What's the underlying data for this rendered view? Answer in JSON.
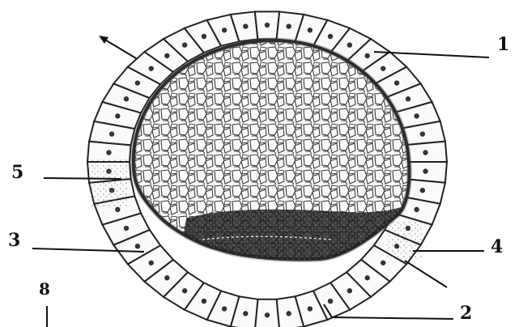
{
  "diagram": {
    "labels": {
      "one": "1",
      "two": "2",
      "three": "3",
      "four": "4",
      "five": "5",
      "eight": "8"
    }
  },
  "colors": {
    "ink": "#111111",
    "cell_wall": "#222222",
    "cell_fill": "#fafafa",
    "nucleus": "#333333",
    "yolk_cell": "#ffffff",
    "yolk_border": "#3a3a3a",
    "dark_band": "#1e1e1e",
    "speckle": "#777777"
  }
}
